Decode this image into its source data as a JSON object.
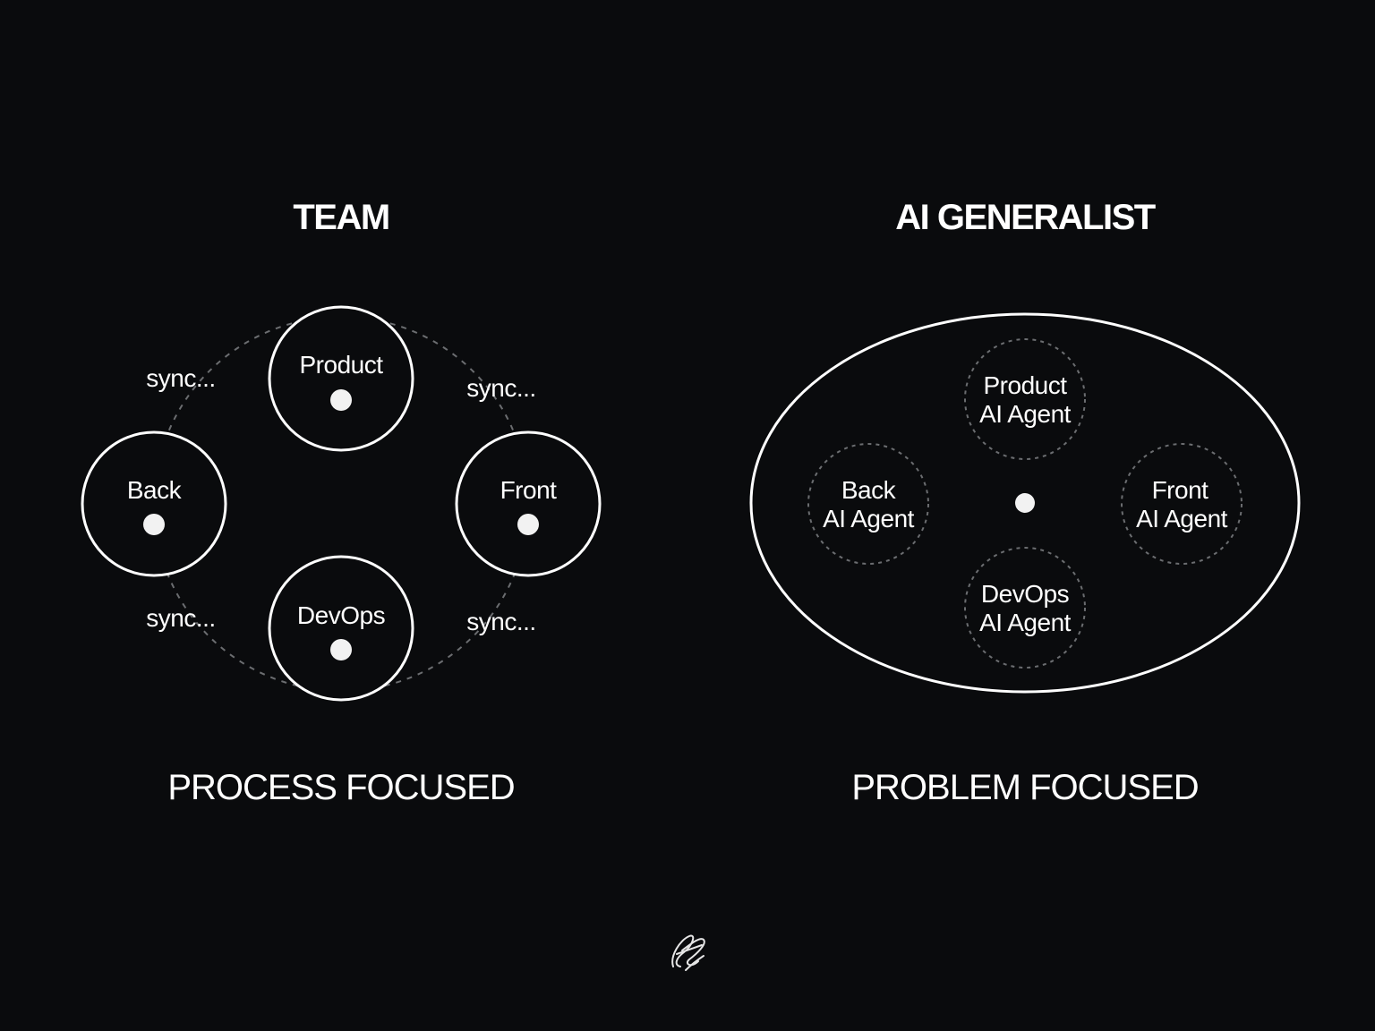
{
  "left": {
    "heading": "TEAM",
    "caption": "PROCESS FOCUSED",
    "nodes": {
      "product": "Product",
      "back": "Back",
      "front": "Front",
      "devops": "DevOps"
    },
    "sync": {
      "top_left": "sync...",
      "top_right": "sync...",
      "bottom_left": "sync...",
      "bottom_right": "sync..."
    }
  },
  "right": {
    "heading": "AI GENERALIST",
    "caption": "PROBLEM FOCUSED",
    "agents": {
      "product": {
        "line1": "Product",
        "line2": "AI Agent"
      },
      "back": {
        "line1": "Back",
        "line2": "AI Agent"
      },
      "front": {
        "line1": "Front",
        "line2": "AI Agent"
      },
      "devops": {
        "line1": "DevOps",
        "line2": "AI Agent"
      }
    }
  },
  "colors": {
    "background": "#0a0b0d",
    "foreground": "#ffffff",
    "dashed": "#6b6d70"
  },
  "signature": {
    "icon": "signature-logo-icon"
  }
}
